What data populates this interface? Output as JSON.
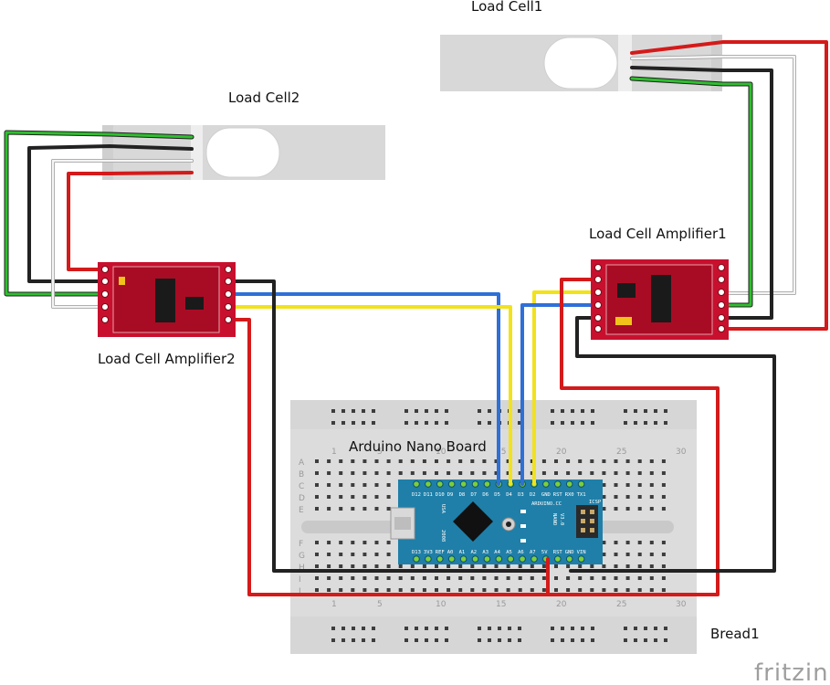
{
  "labels": {
    "load_cell_1": "Load Cell1",
    "load_cell_2": "Load Cell2",
    "amplifier_1": "Load Cell Amplifier1",
    "amplifier_2": "Load Cell Amplifier2",
    "arduino": "Arduino Nano Board",
    "breadboard": "Bread1",
    "logo": "fritzing"
  },
  "breadboard": {
    "rows_top": [
      "A",
      "B",
      "C",
      "D",
      "E"
    ],
    "rows_bottom": [
      "F",
      "G",
      "H",
      "I",
      "J"
    ],
    "col_numbers_top": [
      "1",
      "5",
      "10",
      "15",
      "20",
      "25",
      "30"
    ],
    "col_numbers_bottom": [
      "1",
      "5",
      "10",
      "15",
      "20",
      "25",
      "30"
    ]
  },
  "nano": {
    "top_pins": [
      "D12",
      "D11",
      "D10",
      "D9",
      "D8",
      "D7",
      "D6",
      "D5",
      "D4",
      "D3",
      "D2",
      "GND",
      "RST",
      "RX0",
      "TX1"
    ],
    "bottom_pins": [
      "D13",
      "3V3",
      "REF",
      "A0",
      "A1",
      "A2",
      "A3",
      "A4",
      "A5",
      "A6",
      "A7",
      "5V",
      "RST",
      "GND",
      "VIN"
    ],
    "brand": "ARDUINO.CC",
    "model": "NANO",
    "version": "V3.0",
    "icsp": "ICSP",
    "made_in": "USA",
    "year": "2008"
  },
  "colors": {
    "red": "#d41a1a",
    "black": "#222222",
    "green": "#2fbf2f",
    "white": "#f4f4f4",
    "blue": "#2f6fd8",
    "yellow": "#f2e21a",
    "pcb_red": "#c8102e",
    "nano_blue": "#1f7fa8"
  }
}
